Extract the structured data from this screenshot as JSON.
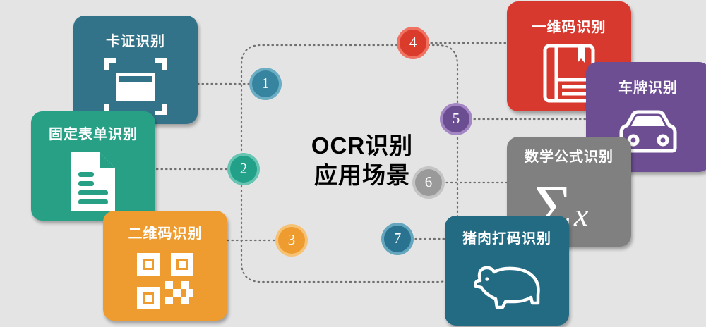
{
  "background_color": "#e4e4e4",
  "center": {
    "title_line1": "OCR识别",
    "title_line2": "应用场景",
    "color": "#000000"
  },
  "cards": [
    {
      "id": "idcard",
      "label": "卡证识别",
      "color": "#337389",
      "icon": "id-card-scan-icon"
    },
    {
      "id": "form",
      "label": "固定表单识别",
      "color": "#27a086",
      "icon": "document-lines-icon"
    },
    {
      "id": "qr",
      "label": "二维码识别",
      "color": "#ee9c30",
      "icon": "qr-code-icon"
    },
    {
      "id": "barcode",
      "label": "一维码识别",
      "color": "#d8392f",
      "icon": "book-barcode-icon"
    },
    {
      "id": "plate",
      "label": "车牌识别",
      "color": "#6e4e93",
      "icon": "car-icon"
    },
    {
      "id": "formula",
      "label": "数学公式识别",
      "color": "#808080",
      "icon": "sigma-formula-icon"
    },
    {
      "id": "pig",
      "label": "猪肉打码识别",
      "color": "#236b83",
      "icon": "pig-icon"
    }
  ],
  "numbers": [
    {
      "id": "num1",
      "label": "1",
      "color": "#3784a0",
      "ring": "#6badc2"
    },
    {
      "id": "num2",
      "label": "2",
      "color": "#22a088",
      "ring": "#66c4b2"
    },
    {
      "id": "num3",
      "label": "3",
      "color": "#ee9c30",
      "ring": "#f6c276"
    },
    {
      "id": "num4",
      "label": "4",
      "color": "#db3b2b",
      "ring": "#ef7263"
    },
    {
      "id": "num5",
      "label": "5",
      "color": "#6b4e91",
      "ring": "#a586c4"
    },
    {
      "id": "num6",
      "label": "6",
      "color": "#9a9a9a",
      "ring": "#c4c4c4"
    },
    {
      "id": "num7",
      "label": "7",
      "color": "#2a7390",
      "ring": "#64a6bd"
    }
  ],
  "connector": {
    "style": "dotted",
    "color": "#707070"
  }
}
